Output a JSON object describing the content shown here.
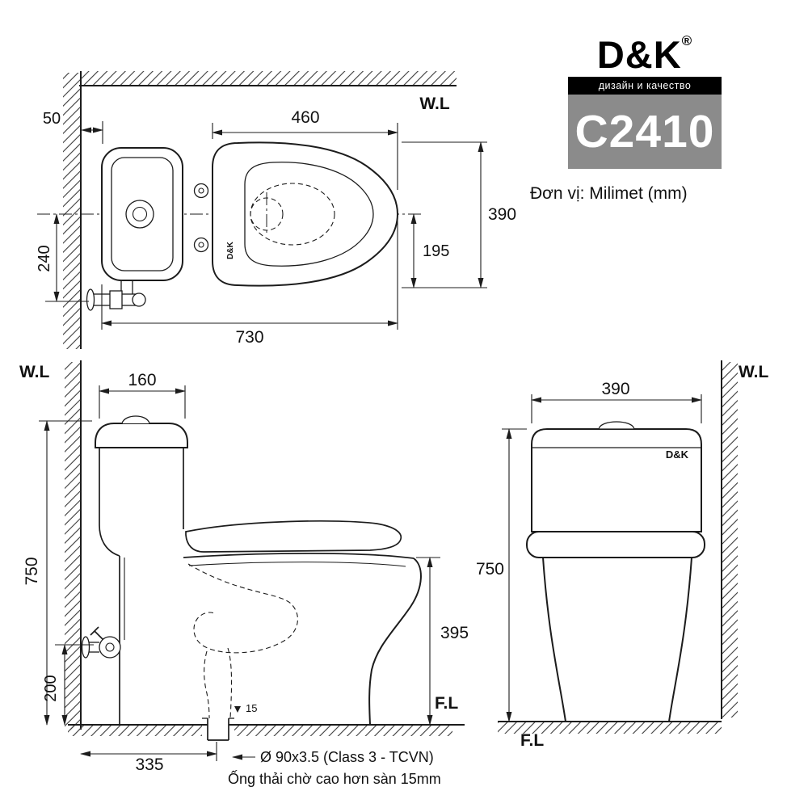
{
  "brand": {
    "logo": "D&K",
    "registered": "®",
    "tagline": "дизайн и качество",
    "model": "C2410",
    "unit_note": "Đơn vị: Milimet  (mm)"
  },
  "colors": {
    "line": "#1c1c1c",
    "model_box_bg": "#8b8b8b",
    "tagline_bg": "#000000"
  },
  "top_view": {
    "wall_label": "W.L",
    "seat_brand": "D&K",
    "dims": {
      "wall_gap": "50",
      "seat_length": "460",
      "width": "390",
      "half_width": "195",
      "inlet_offset": "240",
      "total_length": "730"
    }
  },
  "side_view": {
    "wall_label": "W.L",
    "floor_label": "F.L",
    "dims": {
      "tank_depth": "160",
      "total_height": "750",
      "inlet_height": "200",
      "rim_height": "395",
      "outlet_offset": "335",
      "stub_height": "15"
    },
    "notes": {
      "pipe_spec": "Ø 90x3.5 (Class 3 - TCVN)",
      "stub_note": "Ống thải chờ cao hơn sàn 15mm"
    }
  },
  "front_view": {
    "wall_label": "W.L",
    "floor_label": "F.L",
    "tank_brand": "D&K",
    "dims": {
      "width": "390",
      "total_height": "750"
    }
  }
}
